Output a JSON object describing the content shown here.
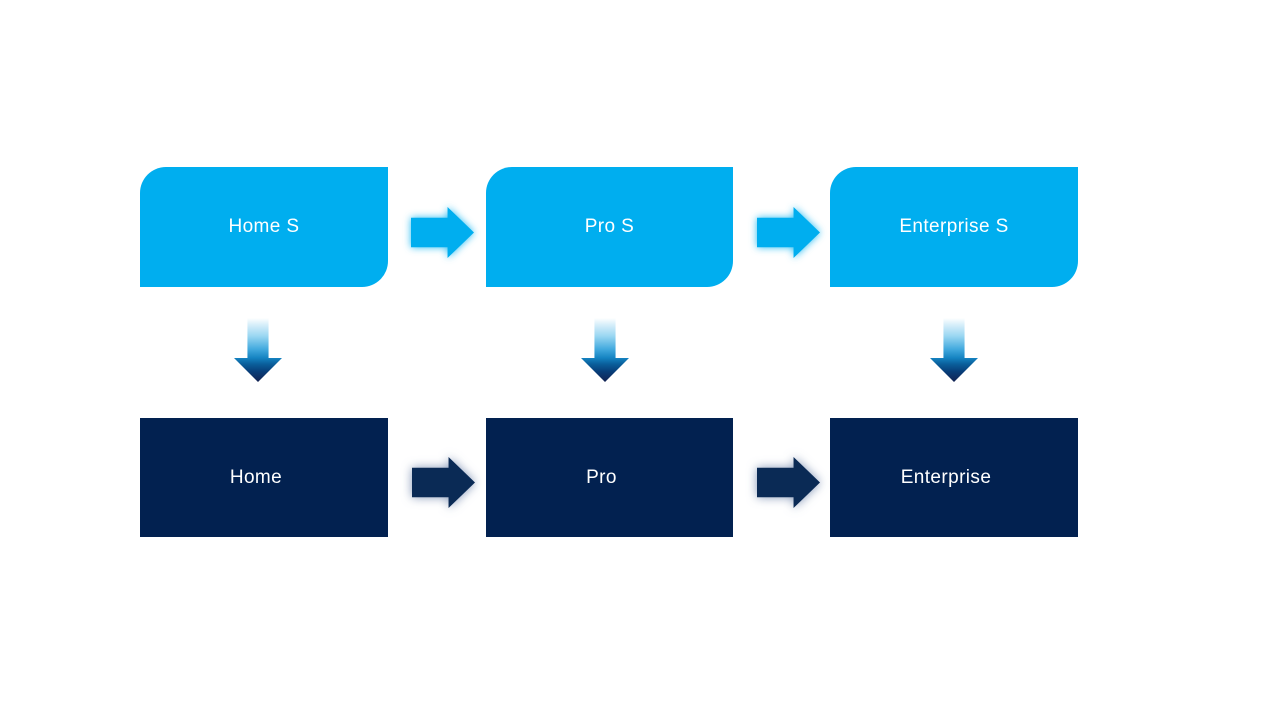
{
  "diagram": {
    "kind": "process-flow",
    "rows": [
      {
        "name": "top",
        "shape": "diagonal-rounded-rectangle",
        "nodes": [
          {
            "label": "Home S"
          },
          {
            "label": "Pro S"
          },
          {
            "label": "Enterprise S"
          }
        ]
      },
      {
        "name": "bottom",
        "shape": "rectangle",
        "nodes": [
          {
            "label": "Home"
          },
          {
            "label": "Pro"
          },
          {
            "label": "Enterprise"
          }
        ]
      }
    ],
    "edges": [
      {
        "from": "Home S",
        "to": "Pro S",
        "connector": "right-arrow"
      },
      {
        "from": "Pro S",
        "to": "Enterprise S",
        "connector": "right-arrow"
      },
      {
        "from": "Home",
        "to": "Pro",
        "connector": "right-arrow"
      },
      {
        "from": "Pro",
        "to": "Enterprise",
        "connector": "right-arrow"
      },
      {
        "from": "Home S",
        "to": "Home",
        "connector": "down-arrow"
      },
      {
        "from": "Pro S",
        "to": "Pro",
        "connector": "down-arrow"
      },
      {
        "from": "Enterprise S",
        "to": "Enterprise",
        "connector": "down-arrow"
      }
    ],
    "colors": {
      "background": "#ffffff",
      "top_box_fill": "#00aeef",
      "bottom_box_fill": "#022150",
      "text_color": "#ffffff",
      "top_arrow_fill": "#00aeef",
      "top_arrow_glow": "rgba(0,176,240,0.85)",
      "bottom_arrow_fill": "#0a2a55",
      "bottom_arrow_glow": "rgba(110,132,170,0.85)",
      "down_arrow_gradient": [
        "#ffffff",
        "#45abdf",
        "#0a5f9b",
        "#122150"
      ]
    }
  }
}
